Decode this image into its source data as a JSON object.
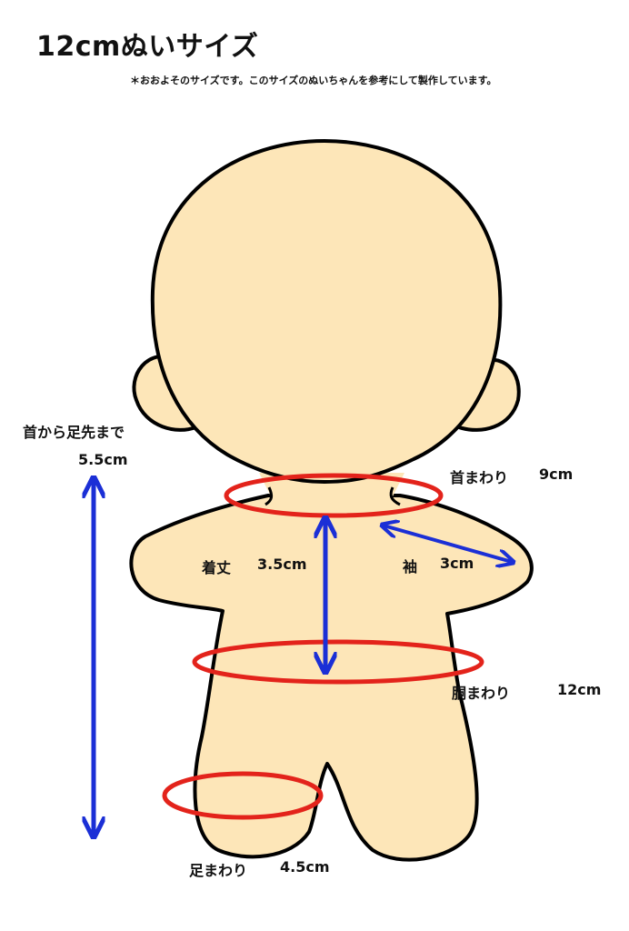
{
  "title": "12cmぬいサイズ",
  "note": "＊おおよそのサイズです。このサイズのぬいちゃんを参考にして製作しています。",
  "colors": {
    "skin": "#fde6b8",
    "outline": "#000000",
    "circumference": "#e3231b",
    "length": "#1b2fd6"
  },
  "measurements": {
    "neck_to_foot": {
      "label": "首から足先まで",
      "value": "5.5cm"
    },
    "neck": {
      "label": "首まわり",
      "value": "9cm"
    },
    "length": {
      "label": "着丈",
      "value": "3.5cm"
    },
    "sleeve": {
      "label": "袖",
      "value": "3cm"
    },
    "waist": {
      "label": "胴まわり",
      "value": "12cm"
    },
    "foot": {
      "label": "足まわり",
      "value": "4.5cm"
    }
  }
}
